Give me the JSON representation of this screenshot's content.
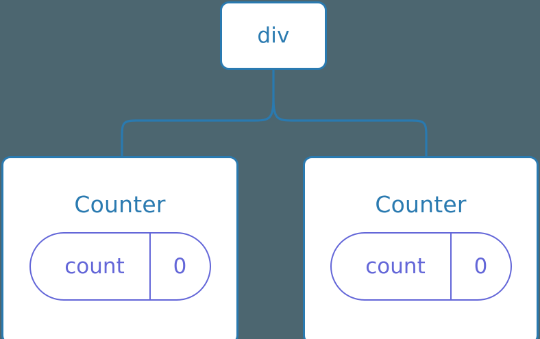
{
  "diagram": {
    "title": "react-component-tree",
    "background_color": "#4c6670",
    "node_border_color": "#2a7ab0",
    "node_fill_color": "#ffffff",
    "node_label_color": "#2a7ab0",
    "state_pill_color": "#6366d8",
    "connector_color": "#2a7ab0"
  },
  "root": {
    "label": "div"
  },
  "children": [
    {
      "label": "Counter",
      "state": {
        "key": "count",
        "value": "0"
      }
    },
    {
      "label": "Counter",
      "state": {
        "key": "count",
        "value": "0"
      }
    }
  ]
}
